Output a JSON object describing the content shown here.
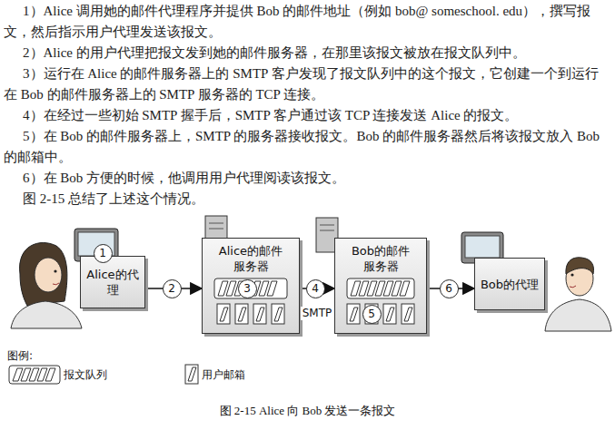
{
  "diagram": {
    "caption": "图 2-15 Alice 向 Bob 发送一条报文",
    "nodes": [
      {
        "text": [
          "Alice的代理"
        ]
      },
      {
        "text": [
          "Alice的邮件服务器"
        ]
      },
      {
        "text": [
          "Bob的邮件服务器"
        ]
      },
      {
        "text": [
          "Bob的代理"
        ]
      }
    ],
    "edges": [
      {
        "from": 0,
        "to": 1,
        "arrow": "to",
        "label": "2"
      },
      {
        "from": 1,
        "to": 2,
        "arrow": "to",
        "label": "4"
      },
      {
        "from": 2,
        "to": 3,
        "arrow": "to",
        "label": "6"
      }
    ],
    "labels": [
      "1）Alice 调用她的邮件代理程序并提供 Bob 的邮件地址（例如 bob@ someschool. edu），撰写报文，然后指示用户代理发送该报文。",
      "2）Alice 的用户代理把报文发到她的邮件服务器，在那里该报文被放在报文队列中。",
      "3）运行在 Alice 的邮件服务器上的 SMTP 客户发现了报文队列中的这个报文，它创建一个到运行在 Bob 的邮件服务器上的 SMTP 服务器的 TCP 连接。",
      "4）在经过一些初始 SMTP 握手后，SMTP 客户通过该 TCP 连接发送 Alice 的报文。",
      "5）在 Bob 的邮件服务器上，SMTP 的服务器接收报文。Bob 的邮件服务器然后将该报文放入 Bob 的邮箱中。",
      "6）在 Bob 方便的时候，他调用用户代理阅读该报文。",
      "图 2-15 总结了上述这个情况。",
      "1",
      "3",
      "SMTP",
      "5",
      "图例:"
    ],
    "legend": [
      {
        "text": "报文队列"
      },
      {
        "text": "用户邮箱"
      }
    ]
  }
}
